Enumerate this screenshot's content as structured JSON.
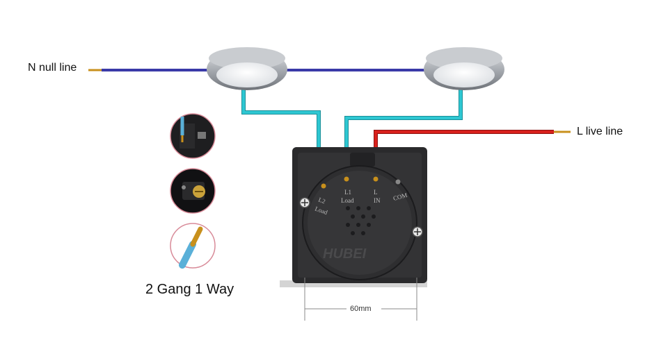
{
  "labels": {
    "neutral": "N null line",
    "live": "L live line",
    "title": "2 Gang 1 Way",
    "dimension": "60mm"
  },
  "terminals": [
    "L2",
    "L1",
    "L",
    "COM"
  ],
  "terminal_sub": [
    "Load",
    "Load",
    "IN",
    ""
  ],
  "watermark": "HUBEI",
  "colors": {
    "neutral_wire": "#3a3aa8",
    "load_wire": "#2ec7d2",
    "live_wire": "#d8201c",
    "copper": "#c8901c",
    "switch_body": "#3a3a3c",
    "switch_plate": "#2a2a2c"
  },
  "icons": [
    "wire-stripped-icon",
    "screw-terminal-icon",
    "insulated-wire-icon"
  ]
}
